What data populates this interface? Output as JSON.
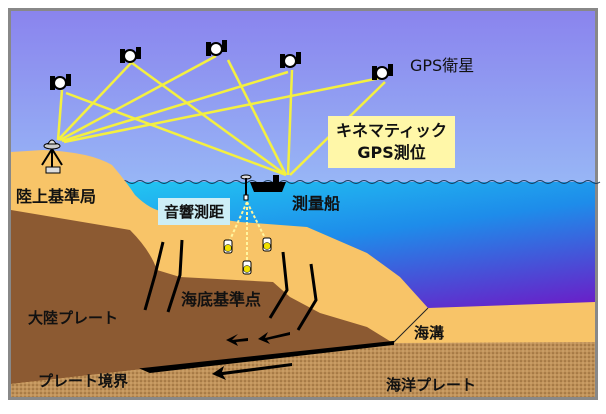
{
  "labels": {
    "gps_satellites": "GPS衛星",
    "kinematic_line1": "キネマティック",
    "kinematic_line2": "GPS測位",
    "land_reference_station": "陸上基準局",
    "acoustic_ranging": "音響測距",
    "survey_ship": "測量船",
    "seafloor_reference_point": "海底基準点",
    "continental_plate": "大陸プレート",
    "trench": "海溝",
    "plate_boundary": "プレート境界",
    "oceanic_plate": "海洋プレート"
  },
  "colors": {
    "sky_top": "#8a84ee",
    "sky_bottom": "#a8f4ff",
    "sea_top": "#22c6f2",
    "sea_bottom": "#6a1ec8",
    "land": "#f8c468",
    "continental_plate": "#8c5a32",
    "oceanic_plate": "#c0925a",
    "signal": "#f4f040"
  }
}
